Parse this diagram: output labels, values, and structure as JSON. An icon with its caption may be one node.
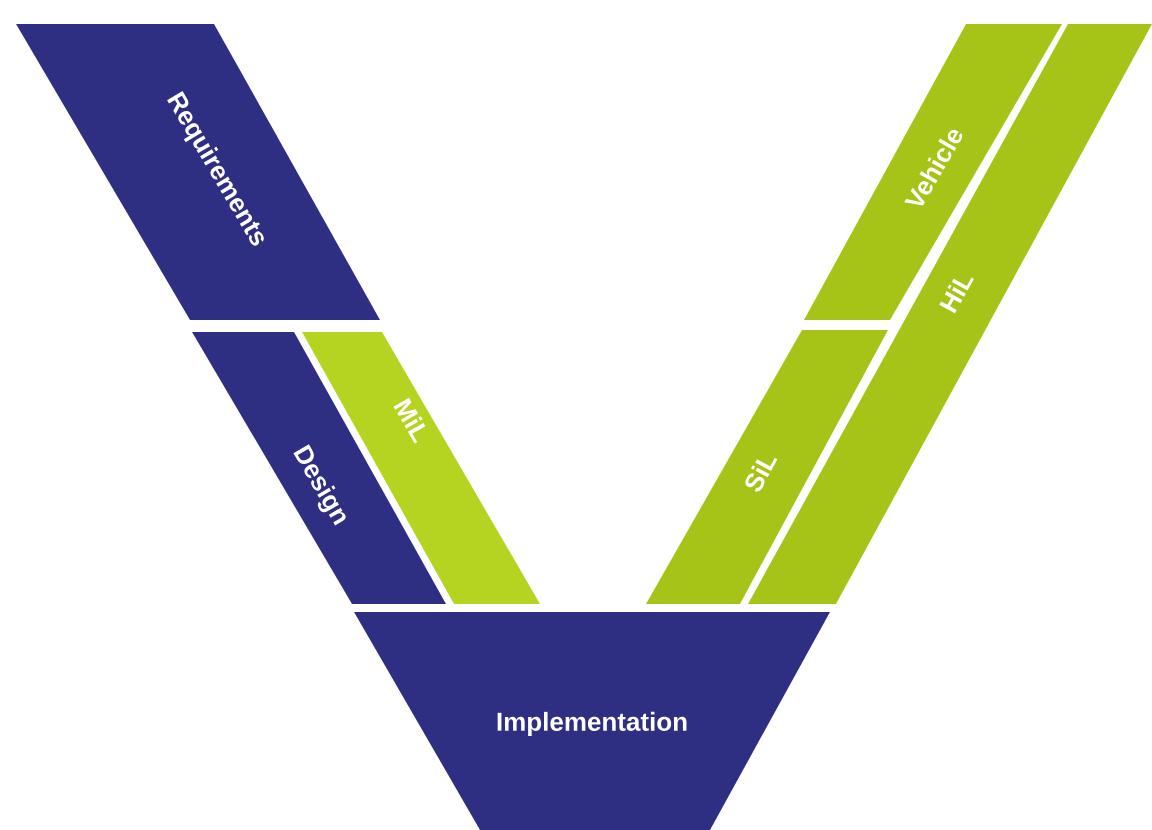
{
  "diagram": {
    "nodes": [
      {
        "text": [
          "Requirements"
        ]
      },
      {
        "text": [
          "Design"
        ]
      },
      {
        "text": [
          "MiL"
        ]
      },
      {
        "text": [
          "Implementation"
        ]
      },
      {
        "text": [
          "SiL"
        ]
      },
      {
        "text": [
          "Vehicle"
        ]
      },
      {
        "text": [
          "HiL"
        ]
      }
    ]
  }
}
